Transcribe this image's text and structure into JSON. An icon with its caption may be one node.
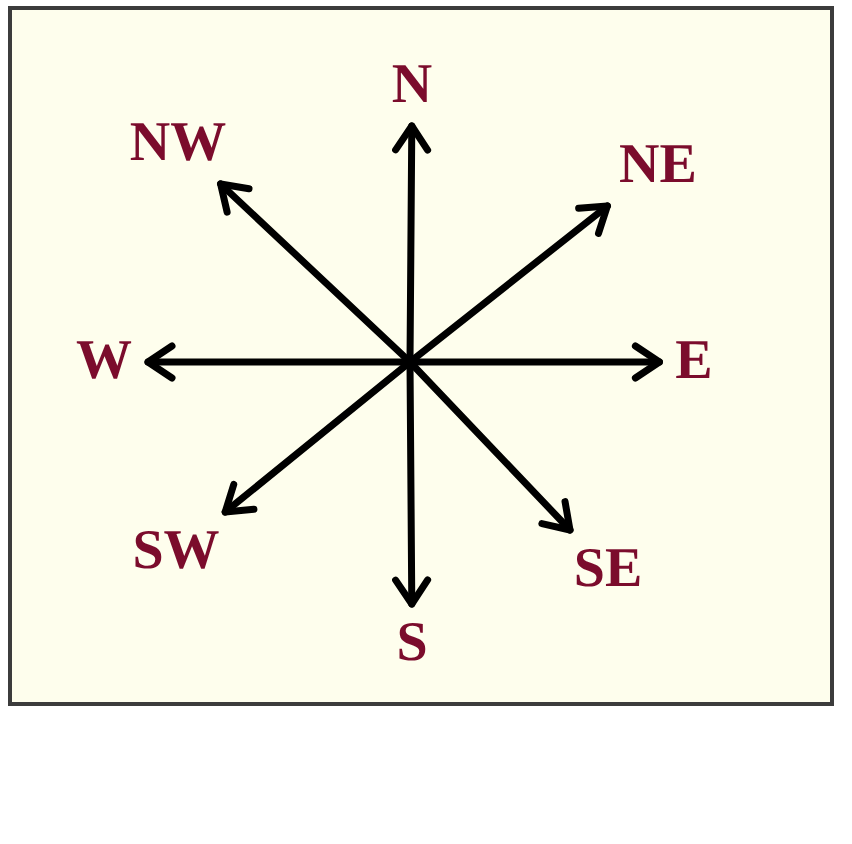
{
  "diagram": {
    "nodes": [
      {
        "text": [],
        "shape": "box"
      },
      {
        "text": [
          "N"
        ],
        "in": 0
      },
      {
        "text": [
          "NW"
        ],
        "in": 0
      },
      {
        "text": [
          "NE"
        ],
        "in": 0
      },
      {
        "text": [
          "W"
        ],
        "in": 0
      },
      {
        "text": [
          "E"
        ],
        "in": 0
      },
      {
        "text": [
          "SW"
        ],
        "in": 0
      },
      {
        "text": [
          "SE"
        ],
        "in": 0
      },
      {
        "text": [
          "S"
        ],
        "in": 0
      }
    ],
    "edges": [
      {
        "from": null,
        "to": 1,
        "arrow": "to"
      },
      {
        "from": null,
        "to": 2,
        "arrow": "to"
      },
      {
        "from": null,
        "to": 3,
        "arrow": "to"
      },
      {
        "from": null,
        "to": 4,
        "arrow": "to"
      },
      {
        "from": null,
        "to": 5,
        "arrow": "to"
      },
      {
        "from": null,
        "to": 6,
        "arrow": "to"
      },
      {
        "from": null,
        "to": 7,
        "arrow": "to"
      },
      {
        "from": null,
        "to": 8,
        "arrow": "to"
      }
    ]
  }
}
